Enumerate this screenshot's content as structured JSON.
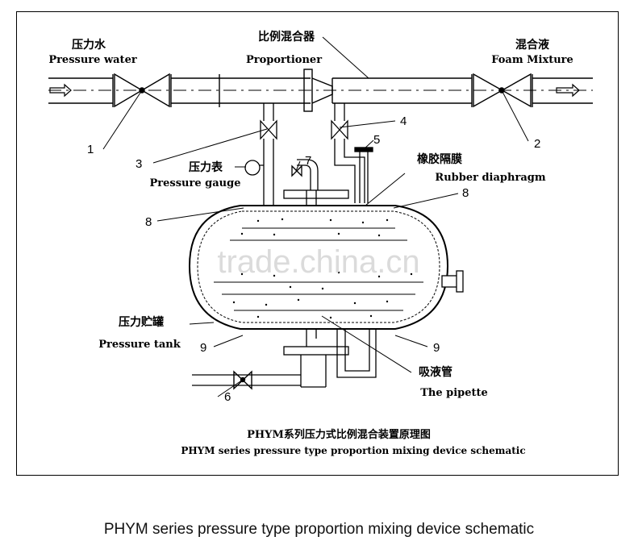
{
  "labels": {
    "pressure_water_cn": "压力水",
    "pressure_water_en": "Pressure water",
    "proportioner_cn": "比例混合器",
    "proportioner_en": "Proportioner",
    "foam_mixture_cn": "混合液",
    "foam_mixture_en": "Foam Mixture",
    "pressure_gauge_cn": "压力表",
    "pressure_gauge_en": "Pressure gauge",
    "rubber_diaphragm_cn": "橡胶隔膜",
    "rubber_diaphragm_en": "Rubber diaphragm",
    "pressure_tank_cn": "压力贮罐",
    "pressure_tank_en": "Pressure tank",
    "pipette_cn": "吸液管",
    "pipette_en": "The pipette"
  },
  "callouts": {
    "n1": "1",
    "n2": "2",
    "n3": "3",
    "n4": "4",
    "n5": "5",
    "n6": "6",
    "n7": "7",
    "n8a": "8",
    "n8b": "8",
    "n9a": "9",
    "n9b": "9"
  },
  "title": {
    "cn": "PHYM系列压力式比例混合装置原理图",
    "en": "PHYM series pressure type proportion mixing device schematic"
  },
  "watermark": "trade.china.cn",
  "caption": "PHYM series pressure type proportion mixing device schematic"
}
